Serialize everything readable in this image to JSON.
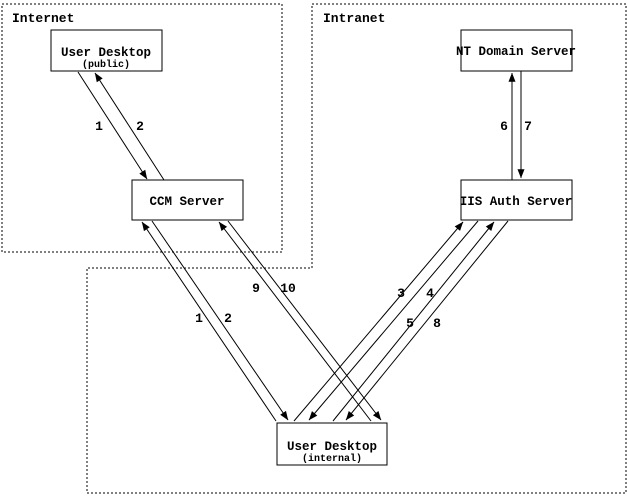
{
  "diagram": {
    "colors": {
      "line": "#000000",
      "background": "#ffffff"
    },
    "zones": {
      "internet": {
        "label": "Internet"
      },
      "intranet": {
        "label": "Intranet"
      }
    },
    "nodes": {
      "user_desktop_public": {
        "title": "User Desktop",
        "subtitle": "(public)"
      },
      "ccm_server": {
        "title": "CCM Server"
      },
      "nt_domain_server": {
        "title": "NT Domain Server"
      },
      "iis_auth_server": {
        "title": "IIS Auth Server"
      },
      "user_desktop_internal": {
        "title": "User Desktop",
        "subtitle": "(internal)"
      }
    },
    "flows": {
      "public_to_ccm": {
        "label": "1"
      },
      "ccm_to_public": {
        "label": "2"
      },
      "internal_to_ccm": {
        "label": "1"
      },
      "ccm_to_internal": {
        "label": "2"
      },
      "internal_to_iis_a": {
        "label": "3"
      },
      "iis_to_internal_a": {
        "label": "4"
      },
      "internal_to_iis_b": {
        "label": "5"
      },
      "iis_to_nt": {
        "label": "6"
      },
      "nt_to_iis": {
        "label": "7"
      },
      "iis_to_internal_b": {
        "label": "8"
      },
      "internal_to_ccm_b": {
        "label": "9"
      },
      "ccm_to_internal_b": {
        "label": "10"
      }
    }
  }
}
